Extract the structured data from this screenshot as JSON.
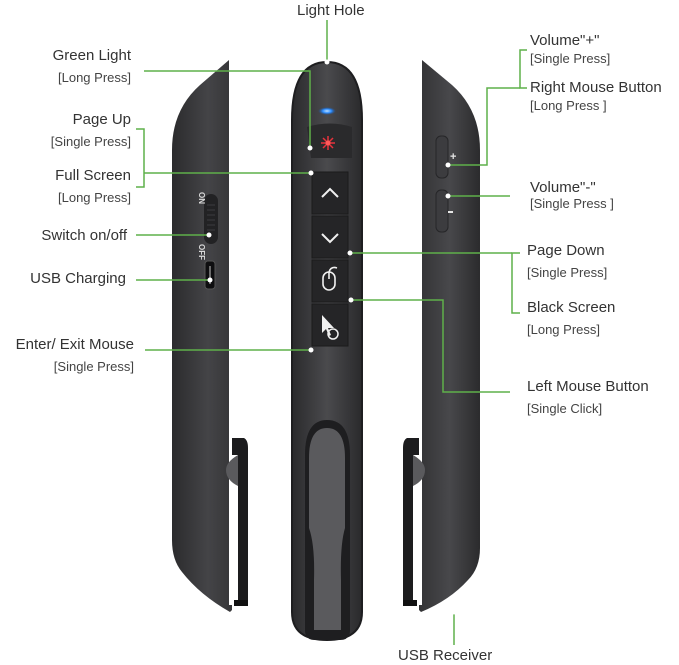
{
  "diagram": {
    "title": "Presenter remote button functions",
    "colors": {
      "leader_line": "#5fb04a",
      "body": "#3a3a3c",
      "laser": "#e8323c",
      "led": "#2b8cff"
    },
    "labels": {
      "light_hole": {
        "name": "Light Hole"
      },
      "green_light": {
        "name": "Green Light",
        "action": "[Long Press]"
      },
      "page_up": {
        "name": "Page Up",
        "action": "[Single  Press]"
      },
      "full_screen": {
        "name": "Full Screen",
        "action": "[Long Press]"
      },
      "switch": {
        "name": "Switch on/off"
      },
      "usb_charging": {
        "name": "USB Charging"
      },
      "enter_exit_mouse": {
        "name": "Enter/ Exit Mouse",
        "action": "[Single Press]"
      },
      "volume_up": {
        "name": "Volume\"+\"",
        "action": "[Single Press]"
      },
      "right_mouse": {
        "name": "Right Mouse Button",
        "action": "[Long Press ]"
      },
      "volume_down": {
        "name": "Volume\"-\"",
        "action": "[Single Press ]"
      },
      "page_down": {
        "name": "Page Down",
        "action": "[Single  Press]"
      },
      "black_screen": {
        "name": "Black Screen",
        "action": "[Long Press]"
      },
      "left_mouse": {
        "name": "Left Mouse Button",
        "action": "[Single Click]"
      },
      "usb_receiver": {
        "name": "USB  Receiver"
      }
    },
    "device_marks": {
      "on": "ON",
      "off": "OFF",
      "plus": "+",
      "minus": "−"
    }
  }
}
